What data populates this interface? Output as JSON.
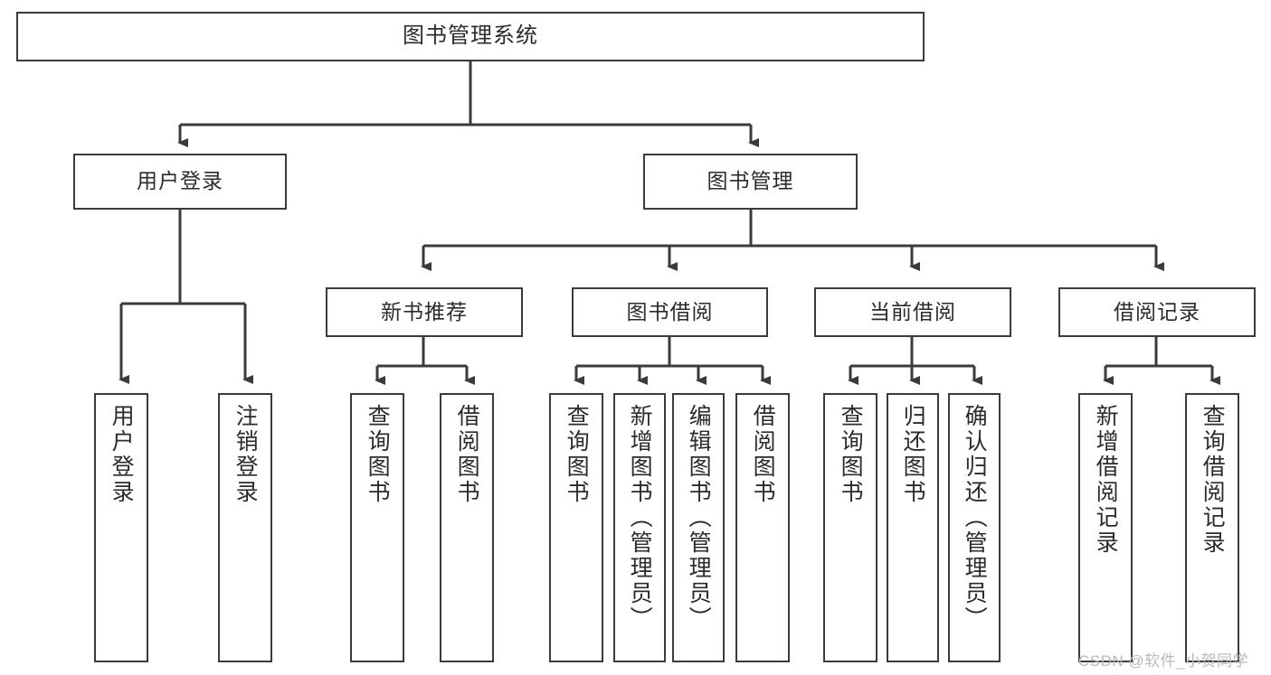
{
  "diagram": {
    "type": "tree-hierarchy",
    "title": "图书管理系统",
    "root": {
      "label": "图书管理系统"
    },
    "level2": [
      {
        "id": "user-login",
        "label": "用户登录"
      },
      {
        "id": "book-manage",
        "label": "图书管理"
      }
    ],
    "level3": [
      {
        "id": "new-book-recommend",
        "label": "新书推荐",
        "parent": "book-manage"
      },
      {
        "id": "book-borrow",
        "label": "图书借阅",
        "parent": "book-manage"
      },
      {
        "id": "current-borrow",
        "label": "当前借阅",
        "parent": "book-manage"
      },
      {
        "id": "borrow-record",
        "label": "借阅记录",
        "parent": "book-manage"
      }
    ],
    "leaves": [
      {
        "id": "leaf-user-login",
        "label": "用户登录",
        "parent": "user-login"
      },
      {
        "id": "leaf-logout-login",
        "label": "注销登录",
        "parent": "user-login"
      },
      {
        "id": "leaf-query-book-1",
        "label": "查询图书",
        "parent": "new-book-recommend"
      },
      {
        "id": "leaf-borrow-book-1",
        "label": "借阅图书",
        "parent": "new-book-recommend"
      },
      {
        "id": "leaf-query-book-2",
        "label": "查询图书",
        "parent": "book-borrow"
      },
      {
        "id": "leaf-add-book",
        "label": "新增图书（管理员）",
        "parent": "book-borrow"
      },
      {
        "id": "leaf-edit-book",
        "label": "编辑图书（管理员）",
        "parent": "book-borrow"
      },
      {
        "id": "leaf-borrow-book-2",
        "label": "借阅图书",
        "parent": "book-borrow"
      },
      {
        "id": "leaf-query-book-3",
        "label": "查询图书",
        "parent": "current-borrow"
      },
      {
        "id": "leaf-return-book",
        "label": "归还图书",
        "parent": "current-borrow"
      },
      {
        "id": "leaf-confirm-return",
        "label": "确认归还（管理员）",
        "parent": "current-borrow"
      },
      {
        "id": "leaf-add-record",
        "label": "新增借阅记录",
        "parent": "borrow-record"
      },
      {
        "id": "leaf-query-record",
        "label": "查询借阅记录",
        "parent": "borrow-record"
      }
    ],
    "colors": {
      "stroke": "#3b3b3b",
      "background": "#ffffff",
      "text": "#2b2b2b",
      "watermark": "#b9b9b9"
    }
  },
  "watermark": {
    "text": "CSDN @软件_小贺同学"
  }
}
